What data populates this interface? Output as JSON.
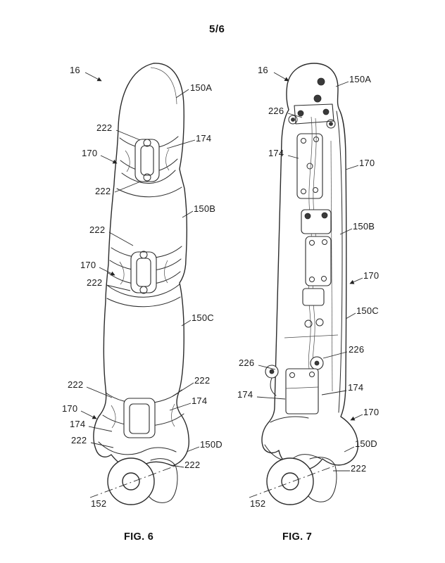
{
  "sheet": {
    "number": "5/6"
  },
  "figures": {
    "fig6": {
      "caption": "FIG. 6",
      "labels": [
        "16",
        "150A",
        "222",
        "174",
        "170",
        "222",
        "150B",
        "222",
        "170",
        "222",
        "150C",
        "222",
        "222",
        "170",
        "174",
        "174",
        "222",
        "150D",
        "222",
        "152"
      ]
    },
    "fig7": {
      "caption": "FIG. 7",
      "labels": [
        "16",
        "150A",
        "226",
        "174",
        "170",
        "150B",
        "170",
        "150C",
        "226",
        "226",
        "174",
        "174",
        "170",
        "150D",
        "222",
        "152"
      ]
    }
  }
}
